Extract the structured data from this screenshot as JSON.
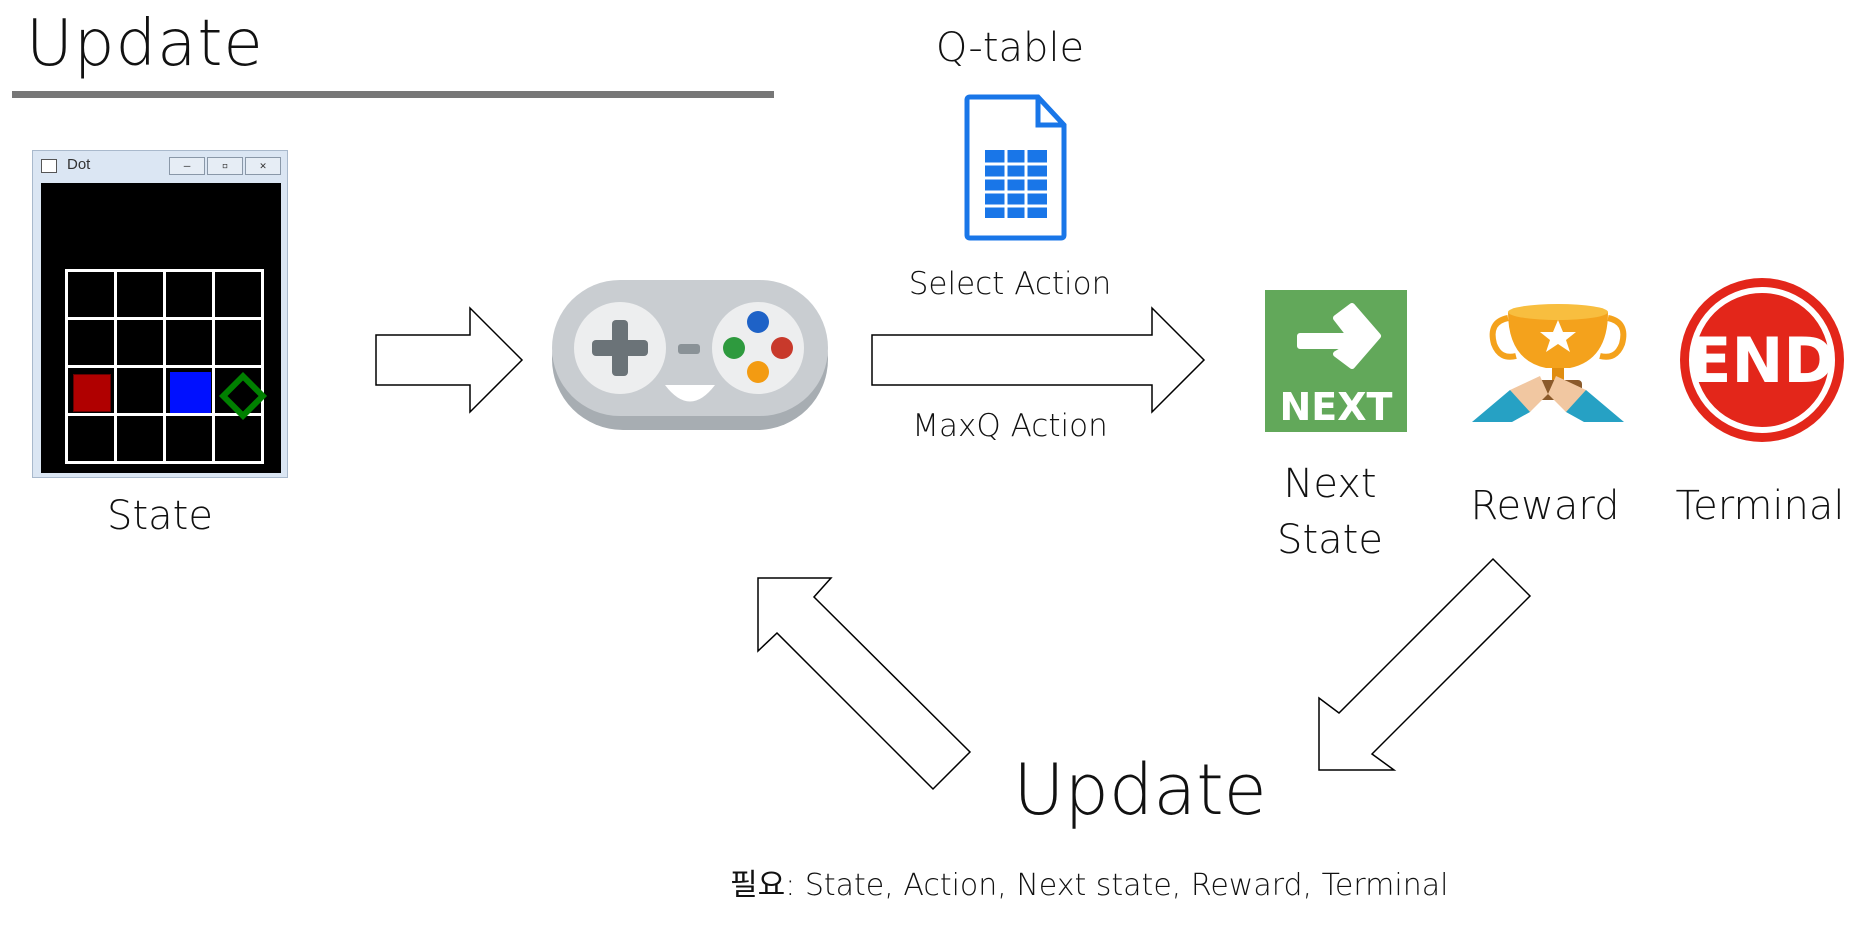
{
  "header": {
    "title": "Update"
  },
  "state_window": {
    "title": "Dot",
    "buttons": [
      "minimize",
      "maximize",
      "close"
    ],
    "grid": {
      "rows": 4,
      "cols": 4
    },
    "colors": {
      "agent": "#c00000",
      "target": "#0000ff",
      "goal": "#008000",
      "background": "#000000",
      "lines": "#ffffff"
    }
  },
  "labels": {
    "state": "State",
    "q_table": "Q-table",
    "select_action": "Select Action",
    "maxq_action": "MaxQ Action",
    "next_state_line1": "Next",
    "next_state_line2": "State",
    "reward": "Reward",
    "terminal": "Terminal",
    "update": "Update",
    "requirements": "필요: State, Action, Next state, Reward, Terminal"
  },
  "icons": {
    "next_badge_text": "NEXT",
    "end_badge_text": "END",
    "next_color": "#62a85a",
    "end_color": "#e3261a",
    "sheet_color": "#1976e8",
    "gamepad_color": "#c3c8cc"
  }
}
